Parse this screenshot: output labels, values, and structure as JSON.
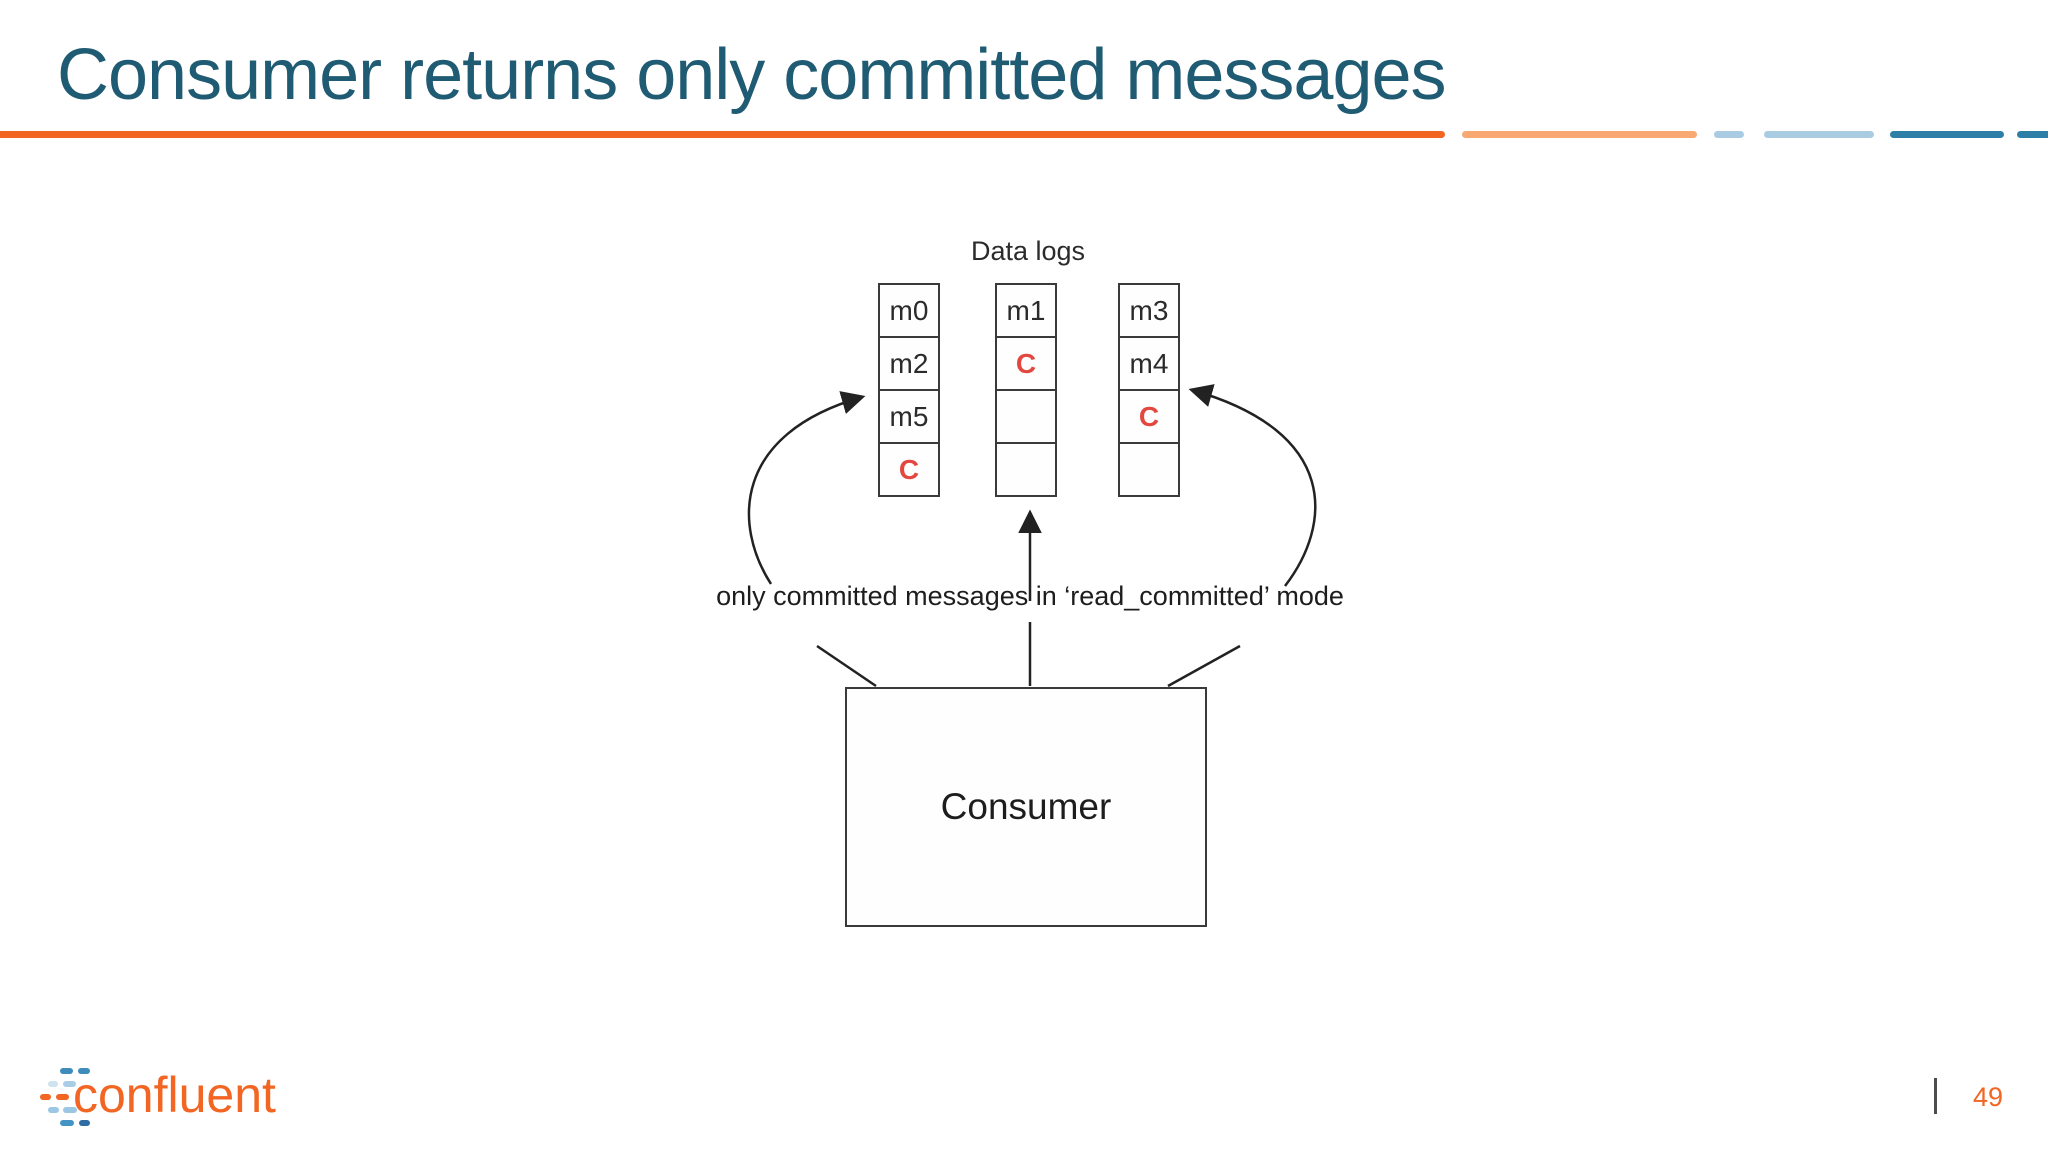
{
  "slide": {
    "title": "Consumer returns only committed messages",
    "page_number": "49"
  },
  "brand": {
    "wordmark": "confluent"
  },
  "colors": {
    "title_text": "#1f5b73",
    "accent_orange": "#f26522",
    "accent_orange_light": "#f9a871",
    "accent_blue_light": "#a9cce3",
    "accent_blue": "#2e7fa8",
    "commit_marker_red": "#e2483f",
    "diagram_line": "#222222"
  },
  "diagram": {
    "logs_label": "Data logs",
    "commit_marker": "C",
    "logs": [
      {
        "cells": [
          "m0",
          "m2",
          "m5",
          "C"
        ]
      },
      {
        "cells": [
          "m1",
          "C",
          "",
          ""
        ]
      },
      {
        "cells": [
          "m3",
          "m4",
          "C",
          ""
        ]
      }
    ],
    "annotation": "only committed messages in ‘read_committed’ mode",
    "consumer_label": "Consumer"
  }
}
